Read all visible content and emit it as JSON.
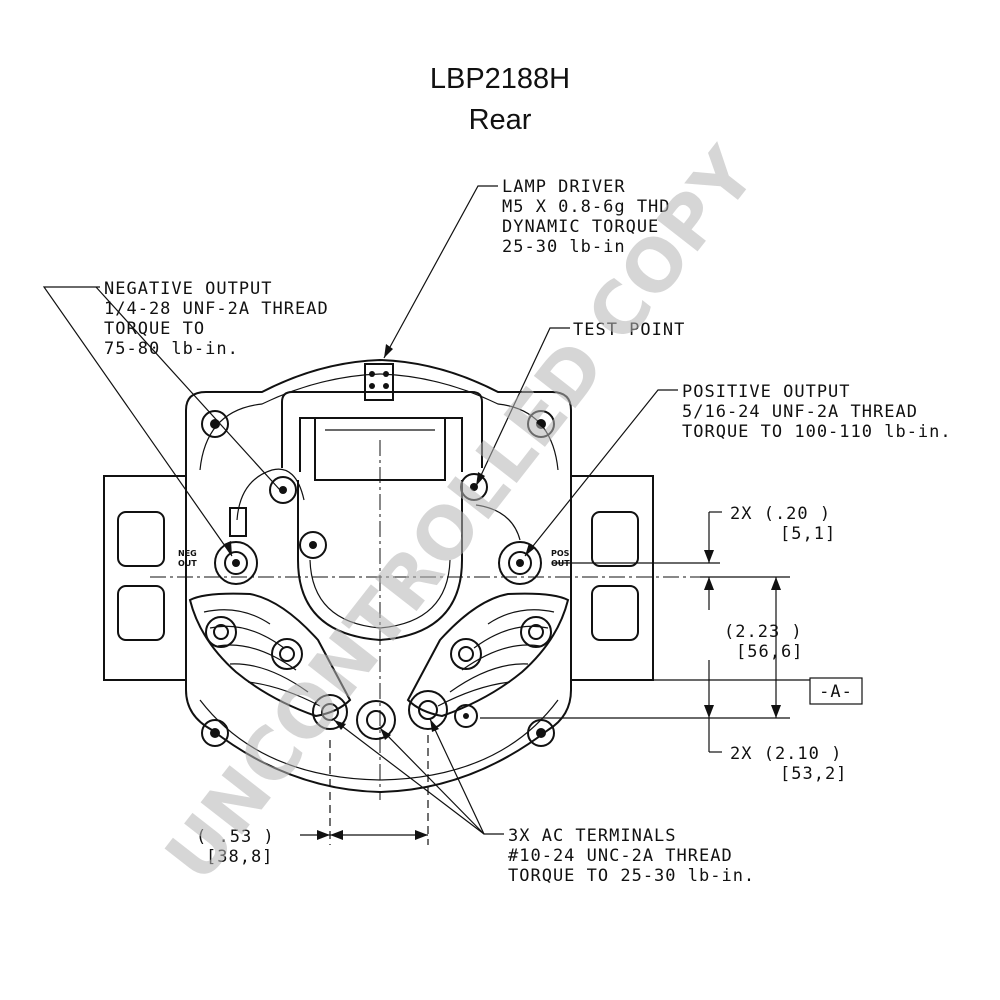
{
  "title": {
    "part_number": "LBP2188H",
    "view": "Rear"
  },
  "callouts": {
    "lamp_driver": [
      "LAMP DRIVER",
      "M5 X 0.8-6g THD",
      "DYNAMIC TORQUE",
      "25-30 lb-in"
    ],
    "negative_output": [
      "NEGATIVE OUTPUT",
      "1/4-28 UNF-2A THREAD",
      "TORQUE TO",
      "75-80 lb-in."
    ],
    "test_point": [
      "TEST POINT"
    ],
    "positive_output": [
      "POSITIVE OUTPUT",
      "5/16-24 UNF-2A THREAD",
      "TORQUE TO 100-110 lb-in."
    ],
    "ac_terminals": [
      "3X AC TERMINALS",
      "#10-24 UNC-2A THREAD",
      "TORQUE TO 25-30 lb-in."
    ]
  },
  "dimensions": {
    "dim_020": [
      "2X (.20  )",
      "[5,1]"
    ],
    "dim_223": [
      "(2.23  )",
      "[56,6]"
    ],
    "dim_210": [
      "2X (2.10  )",
      "[53,2]"
    ],
    "dim_153": [
      "(  .53  )",
      "[38,8]"
    ]
  },
  "datum": "-A-",
  "terminal_labels": {
    "neg": [
      "NEG",
      "OUT"
    ],
    "pos": [
      "POS",
      "OUT"
    ]
  },
  "watermark": "UNCONTROLLED COPY"
}
